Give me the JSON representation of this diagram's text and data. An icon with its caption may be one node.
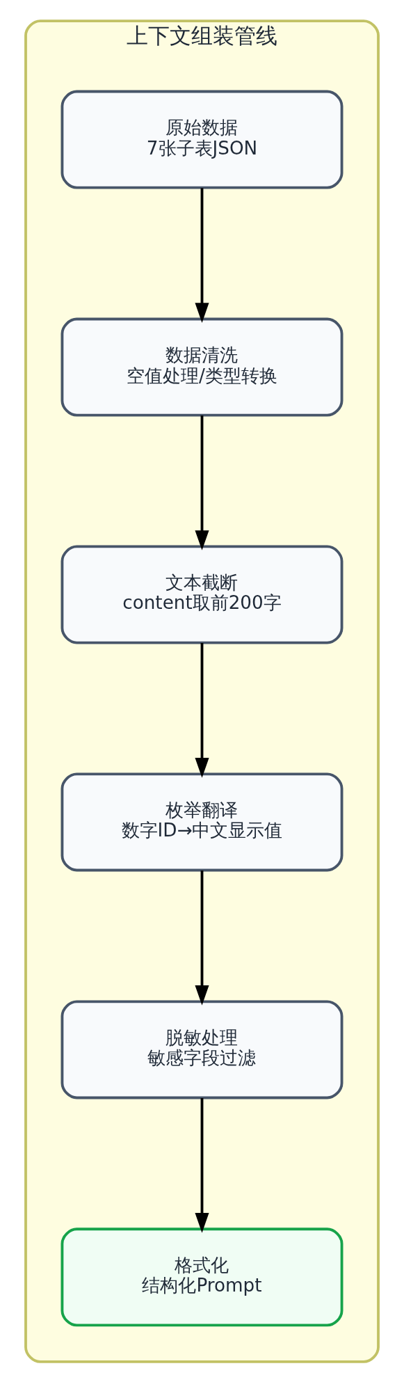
{
  "diagram": {
    "nodes": [
      {
        "text": [
          "上下文组装管线"
        ]
      },
      {
        "text": [
          "原始数据",
          "7张子表JSON"
        ],
        "in": 0
      },
      {
        "text": [
          "数据清洗",
          "空值处理/类型转换"
        ],
        "in": 0
      },
      {
        "text": [
          "文本截断",
          "content取前200字"
        ],
        "in": 0
      },
      {
        "text": [
          "枚举翻译",
          "数字ID→中文显示值"
        ],
        "in": 0
      },
      {
        "text": [
          "脱敏处理",
          "敏感字段过滤"
        ],
        "in": 0
      },
      {
        "text": [
          "格式化",
          "结构化Prompt"
        ],
        "in": 0
      }
    ],
    "edges": [
      {
        "from": 1,
        "to": 2,
        "arrow": "to"
      },
      {
        "from": 2,
        "to": 3,
        "arrow": "to"
      },
      {
        "from": 3,
        "to": 4,
        "arrow": "to"
      },
      {
        "from": 4,
        "to": 5,
        "arrow": "to"
      },
      {
        "from": 5,
        "to": 6,
        "arrow": "to"
      }
    ]
  }
}
